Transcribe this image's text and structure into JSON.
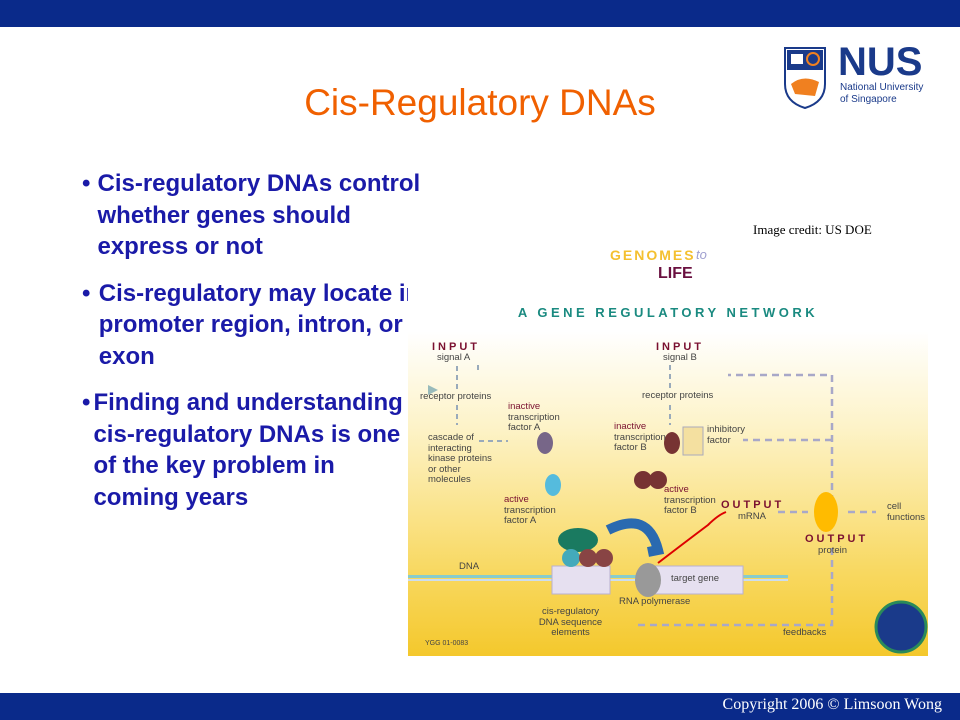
{
  "slide": {
    "title": "Cis-Regulatory DNAs",
    "bullets": [
      "Cis-regulatory DNAs control whether genes should express or not",
      "Cis-regulatory may locate in promoter region, intron, or exon",
      "Finding and understanding cis-regulatory DNAs is one of the key problem in coming years"
    ],
    "image_credit": "Image credit: US DOE",
    "copyright": "Copyright 2006 © Limsoon Wong"
  },
  "logo": {
    "name": "NUS",
    "sub1": "National University",
    "sub2": "of Singapore"
  },
  "figure": {
    "brand_top": "GENOMES",
    "brand_to": "to",
    "brand_bottom": "LIFE",
    "heading": "A GENE REGULATORY NETWORK",
    "input_a": "INPUT",
    "signal_a": "signal A",
    "receptor_a": "receptor proteins",
    "cascade": [
      "cascade of",
      "interacting",
      "kinase proteins",
      "or other",
      "molecules"
    ],
    "inactive_a": [
      "inactive",
      "transcription",
      "factor A"
    ],
    "active_a": [
      "active",
      "transcription",
      "factor A"
    ],
    "input_b": "INPUT",
    "signal_b": "signal B",
    "receptor_b": "receptor proteins",
    "inactive_b": [
      "inactive",
      "transcription",
      "factor B"
    ],
    "inhibitory": [
      "inhibitory",
      "factor"
    ],
    "active_b": [
      "active",
      "transcription",
      "factor B"
    ],
    "output_mrna": "OUTPUT",
    "mrna": "mRNA",
    "output_protein": "OUTPUT",
    "protein": "protein",
    "cell_functions": [
      "cell",
      "functions"
    ],
    "dna": "DNA",
    "target_gene": "target gene",
    "rna_pol": "RNA polymerase",
    "cis_elements": [
      "cis-regulatory",
      "DNA sequence",
      "elements"
    ],
    "feedbacks": "feedbacks",
    "code": "YGG 01-0083"
  },
  "colors": {
    "bar": "#0a2a8a",
    "title": "#f06000",
    "bullets": "#1a1aa8"
  }
}
